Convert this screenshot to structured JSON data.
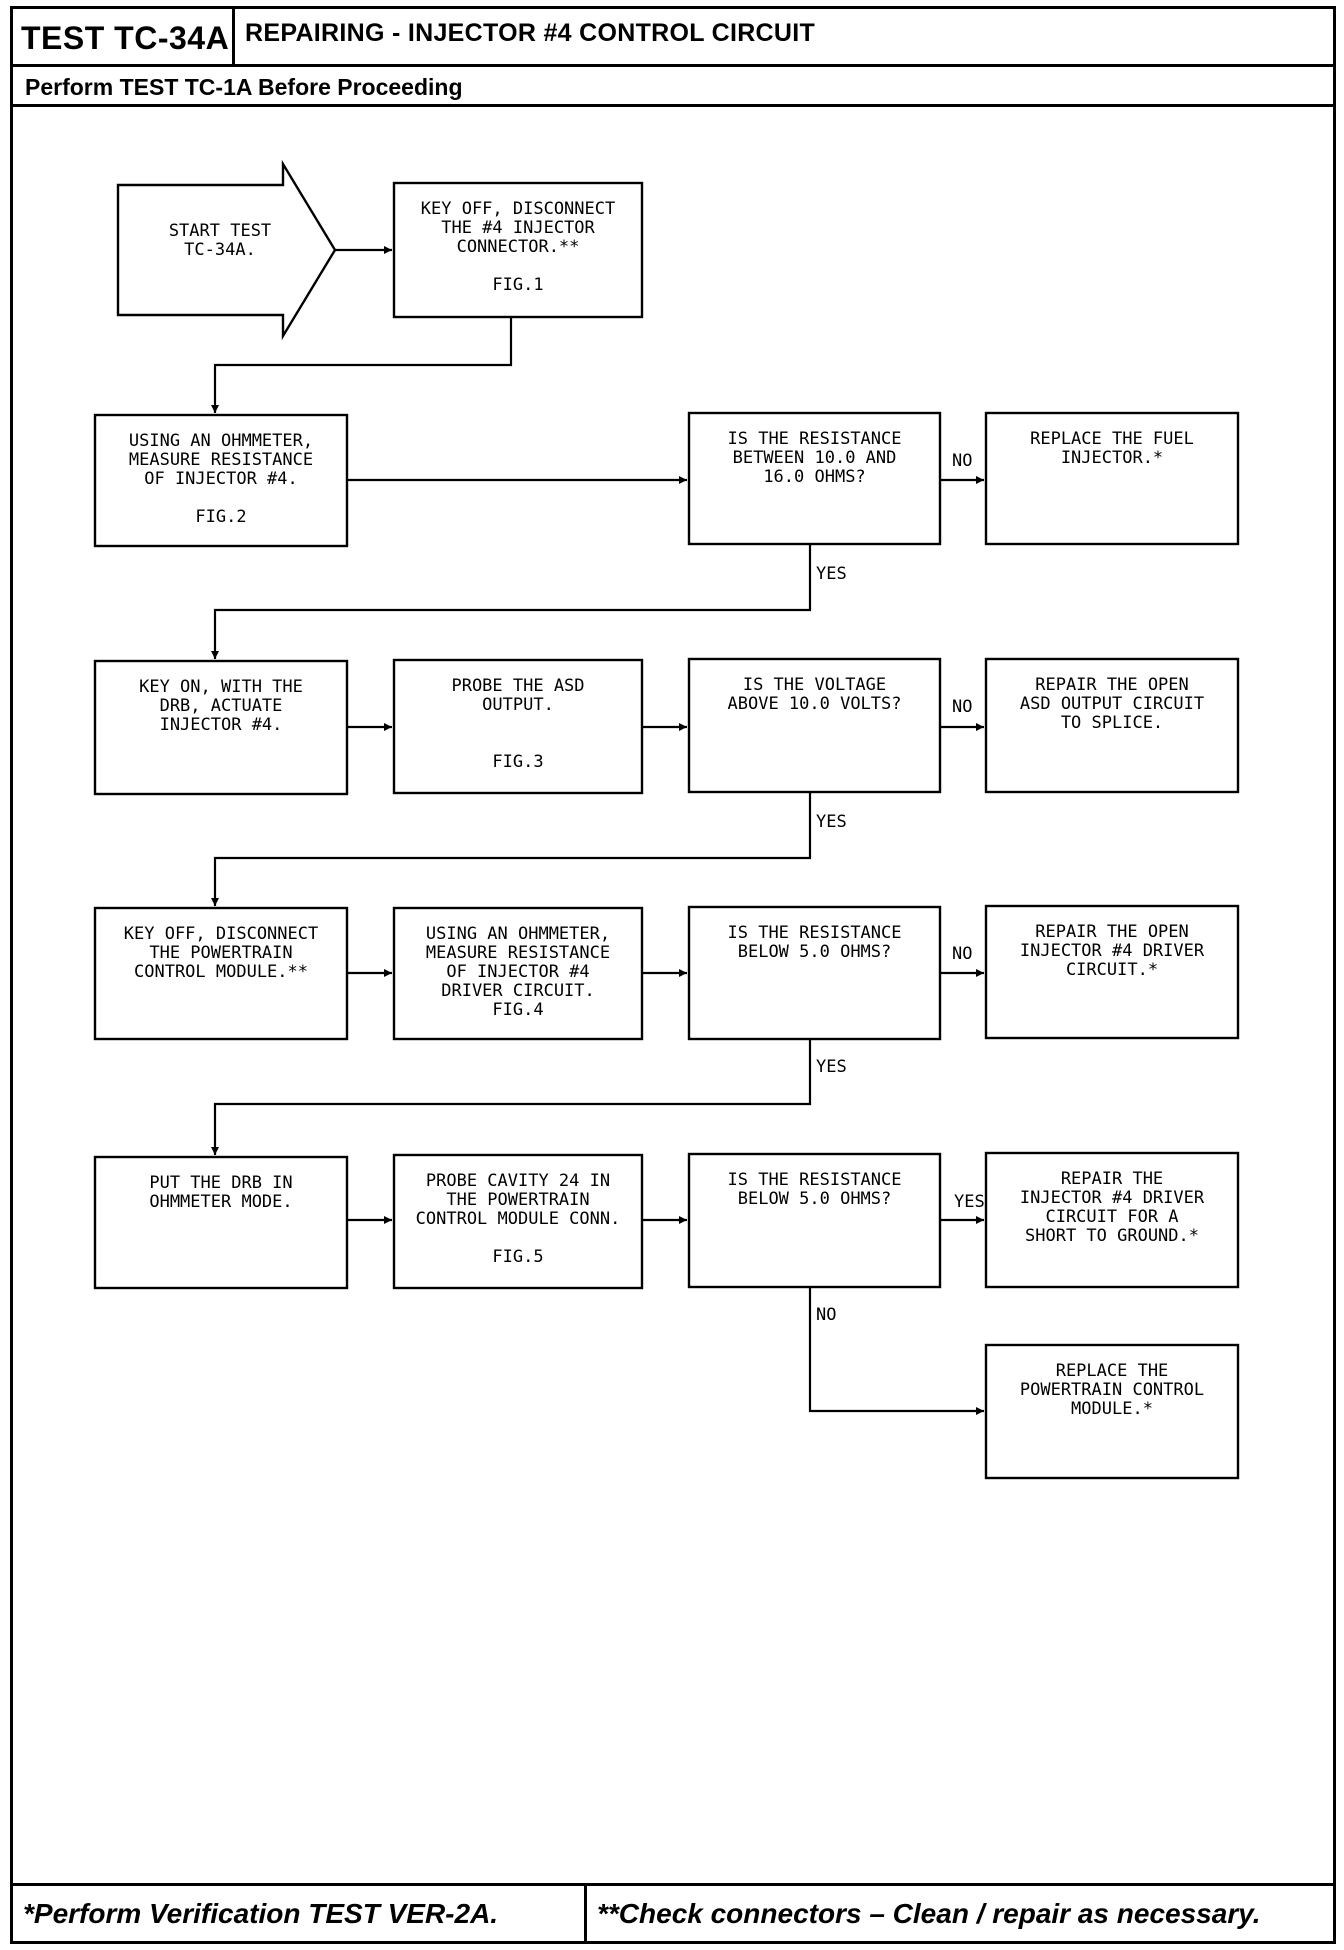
{
  "header": {
    "test_id": "TEST TC-34A",
    "title": "REPAIRING - INJECTOR #4 CONTROL CIRCUIT",
    "prerequisite": "Perform TEST TC-1A Before Proceeding"
  },
  "footer": {
    "left_note": "*Perform Verification TEST VER-2A.",
    "right_note": "**Check connectors – Clean / repair as necessary."
  },
  "nodes": {
    "start": [
      "START TEST",
      "TC-34A."
    ],
    "n1": [
      "KEY OFF, DISCONNECT",
      "THE #4 INJECTOR",
      "CONNECTOR.**",
      "",
      "FIG.1"
    ],
    "n2": [
      "USING AN OHMMETER,",
      "MEASURE RESISTANCE",
      "OF INJECTOR #4.",
      "",
      "FIG.2"
    ],
    "d1": [
      "IS THE RESISTANCE",
      "BETWEEN 10.0 AND",
      "16.0 OHMS?"
    ],
    "r1": [
      "REPLACE THE FUEL",
      "INJECTOR.*"
    ],
    "n3": [
      "KEY ON, WITH THE",
      "DRB, ACTUATE",
      "INJECTOR #4."
    ],
    "n4": [
      "PROBE THE ASD",
      "OUTPUT.",
      "",
      "",
      "FIG.3"
    ],
    "d2": [
      "IS THE VOLTAGE",
      "ABOVE 10.0 VOLTS?"
    ],
    "r2": [
      "REPAIR THE OPEN",
      "ASD OUTPUT CIRCUIT",
      "TO SPLICE."
    ],
    "n5": [
      "KEY OFF, DISCONNECT",
      "THE POWERTRAIN",
      "CONTROL MODULE.**"
    ],
    "n6": [
      "USING AN OHMMETER,",
      "MEASURE RESISTANCE",
      "OF INJECTOR #4",
      "DRIVER CIRCUIT.",
      "FIG.4"
    ],
    "d3": [
      "IS THE RESISTANCE",
      "BELOW 5.0 OHMS?"
    ],
    "r3": [
      "REPAIR THE OPEN",
      "INJECTOR #4 DRIVER",
      "CIRCUIT.*"
    ],
    "n7": [
      "PUT THE DRB IN",
      "OHMMETER MODE."
    ],
    "n8": [
      "PROBE CAVITY 24 IN",
      "THE POWERTRAIN",
      "CONTROL MODULE CONN.",
      "",
      "FIG.5"
    ],
    "d4": [
      "IS THE RESISTANCE",
      "BELOW 5.0 OHMS?"
    ],
    "r4": [
      "REPAIR THE",
      "INJECTOR #4 DRIVER",
      "CIRCUIT FOR A",
      "SHORT TO GROUND.*"
    ],
    "r5": [
      "REPLACE THE",
      "POWERTRAIN CONTROL",
      "MODULE.*"
    ]
  },
  "labels": {
    "yes": "YES",
    "no": "NO"
  }
}
